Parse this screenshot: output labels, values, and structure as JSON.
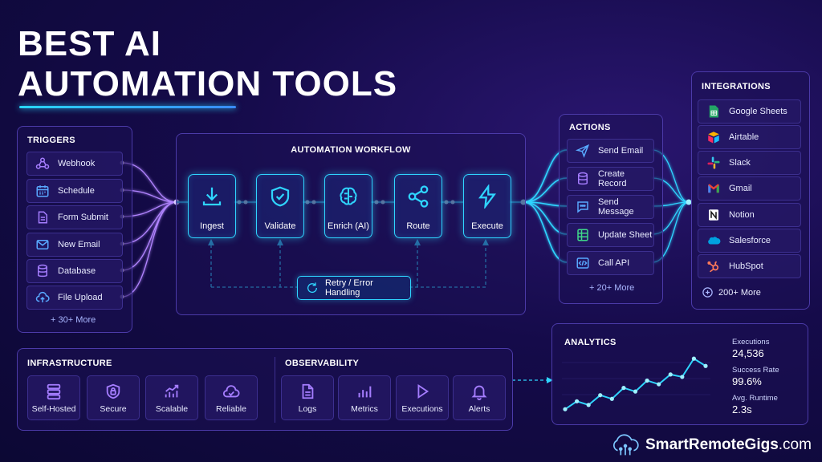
{
  "title": {
    "line1": "BEST AI",
    "line2": "AUTOMATION TOOLS"
  },
  "triggers": {
    "heading": "TRIGGERS",
    "items": [
      {
        "label": "Webhook",
        "icon": "webhook-icon"
      },
      {
        "label": "Schedule",
        "icon": "calendar-icon"
      },
      {
        "label": "Form Submit",
        "icon": "form-icon"
      },
      {
        "label": "New Email",
        "icon": "email-icon"
      },
      {
        "label": "Database",
        "icon": "database-icon"
      },
      {
        "label": "File Upload",
        "icon": "cloud-upload-icon"
      }
    ],
    "more": "+ 30+ More"
  },
  "workflow": {
    "heading": "AUTOMATION WORKFLOW",
    "steps": [
      {
        "label": "Ingest",
        "icon": "download-icon"
      },
      {
        "label": "Validate",
        "icon": "shield-check-icon"
      },
      {
        "label": "Enrich (AI)",
        "icon": "brain-icon"
      },
      {
        "label": "Route",
        "icon": "share-icon"
      },
      {
        "label": "Execute",
        "icon": "lightning-icon"
      }
    ],
    "retry": "Retry / Error Handling"
  },
  "actions": {
    "heading": "ACTIONS",
    "items": [
      {
        "label": "Send Email",
        "icon": "paper-plane-icon"
      },
      {
        "label": "Create Record",
        "icon": "database-icon"
      },
      {
        "label": "Send Message",
        "icon": "chat-icon"
      },
      {
        "label": "Update Sheet",
        "icon": "sheet-icon"
      },
      {
        "label": "Call API",
        "icon": "code-icon"
      }
    ],
    "more": "+ 20+ More"
  },
  "integrations": {
    "heading": "INTEGRATIONS",
    "items": [
      {
        "label": "Google Sheets",
        "icon": "google-sheets-icon"
      },
      {
        "label": "Airtable",
        "icon": "airtable-icon"
      },
      {
        "label": "Slack",
        "icon": "slack-icon"
      },
      {
        "label": "Gmail",
        "icon": "gmail-icon"
      },
      {
        "label": "Notion",
        "icon": "notion-icon"
      },
      {
        "label": "Salesforce",
        "icon": "salesforce-icon"
      },
      {
        "label": "HubSpot",
        "icon": "hubspot-icon"
      }
    ],
    "more": "200+ More"
  },
  "infrastructure": {
    "heading": "INFRASTRUCTURE",
    "items": [
      {
        "label": "Self-Hosted",
        "icon": "server-icon"
      },
      {
        "label": "Secure",
        "icon": "lock-shield-icon"
      },
      {
        "label": "Scalable",
        "icon": "growth-chart-icon"
      },
      {
        "label": "Reliable",
        "icon": "cloud-check-icon"
      }
    ]
  },
  "observability": {
    "heading": "OBSERVABILITY",
    "items": [
      {
        "label": "Logs",
        "icon": "document-icon"
      },
      {
        "label": "Metrics",
        "icon": "bar-chart-icon"
      },
      {
        "label": "Executions",
        "icon": "play-icon"
      },
      {
        "label": "Alerts",
        "icon": "bell-icon"
      }
    ]
  },
  "analytics": {
    "heading": "ANALYTICS",
    "stats": [
      {
        "label": "Executions",
        "value": "24,536"
      },
      {
        "label": "Success Rate",
        "value": "99.6%"
      },
      {
        "label": "Avg. Runtime",
        "value": "2.3s"
      }
    ],
    "trend": [
      0.05,
      0.18,
      0.12,
      0.28,
      0.22,
      0.4,
      0.34,
      0.52,
      0.46,
      0.62,
      0.58,
      0.88,
      0.76
    ]
  },
  "brand": {
    "name_bold": "SmartRemoteGigs",
    "suffix": ".com"
  },
  "colors": {
    "accent": "#2fd5ff",
    "panel_border": "#4b3aa8",
    "background": "#150b4a"
  }
}
